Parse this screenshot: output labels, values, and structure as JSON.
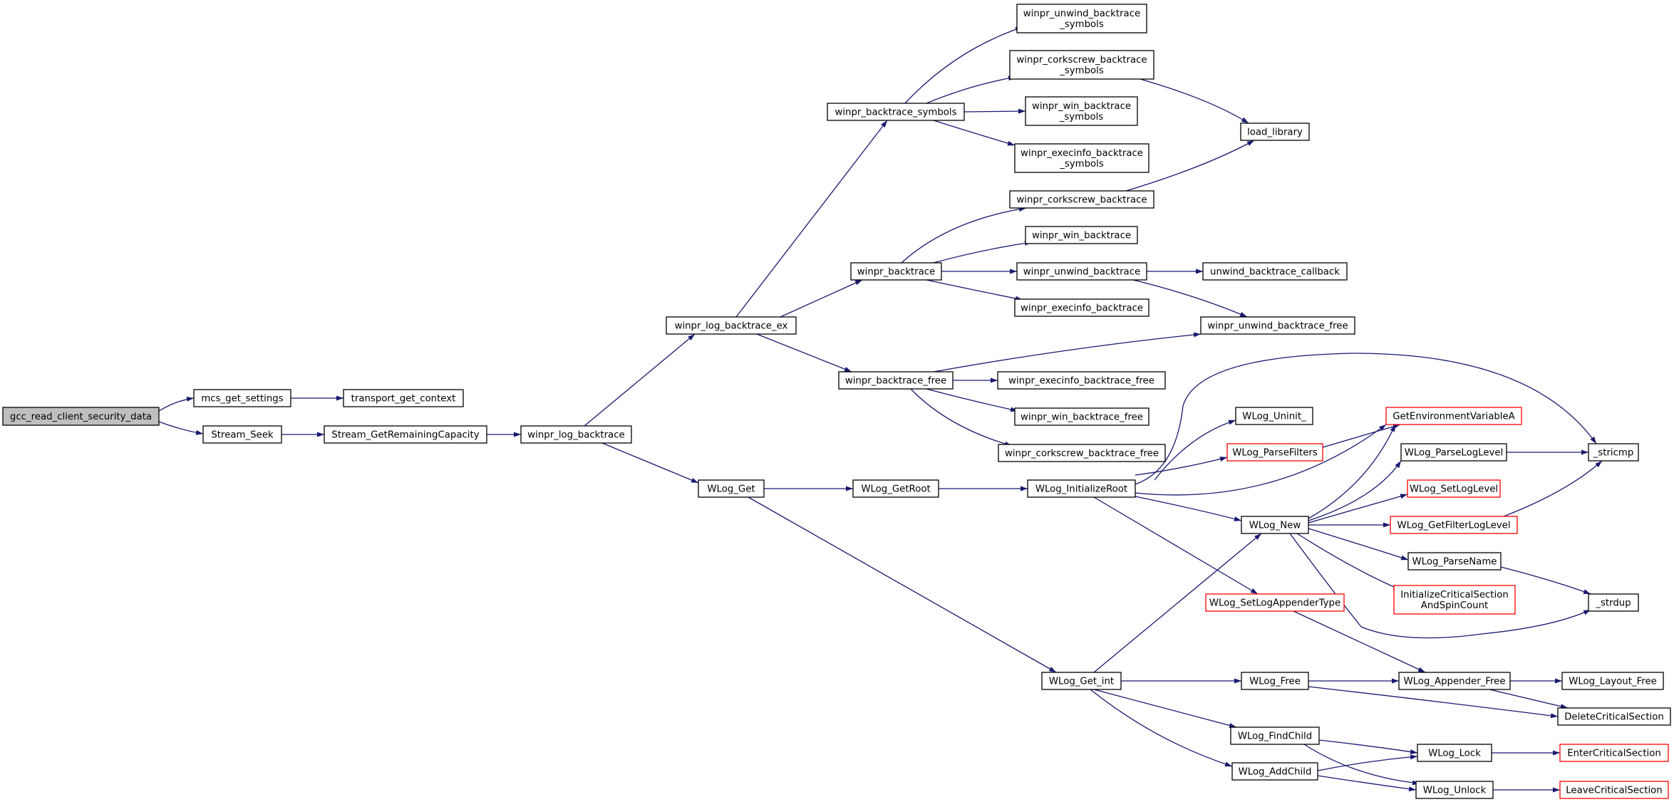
{
  "diagram": {
    "type": "call-graph",
    "colors": {
      "edge": "#191970",
      "border": "#000000",
      "root_fill": "#bfbfbf",
      "truncated_border": "#ff0000",
      "fill": "#ffffff"
    },
    "nodes": [
      {
        "id": "gcc_read_client_security_data",
        "lines": [
          "gcc_read_client_security_data"
        ],
        "style": "root"
      },
      {
        "id": "mcs_get_settings",
        "lines": [
          "mcs_get_settings"
        ],
        "style": "normal"
      },
      {
        "id": "Stream_Seek",
        "lines": [
          "Stream_Seek"
        ],
        "style": "normal"
      },
      {
        "id": "transport_get_context",
        "lines": [
          "transport_get_context"
        ],
        "style": "normal"
      },
      {
        "id": "Stream_GetRemainingCapacity",
        "lines": [
          "Stream_GetRemainingCapacity"
        ],
        "style": "normal"
      },
      {
        "id": "winpr_log_backtrace",
        "lines": [
          "winpr_log_backtrace"
        ],
        "style": "normal"
      },
      {
        "id": "winpr_log_backtrace_ex",
        "lines": [
          "winpr_log_backtrace_ex"
        ],
        "style": "normal"
      },
      {
        "id": "WLog_Get",
        "lines": [
          "WLog_Get"
        ],
        "style": "normal"
      },
      {
        "id": "winpr_backtrace_symbols",
        "lines": [
          "winpr_backtrace_symbols"
        ],
        "style": "normal"
      },
      {
        "id": "winpr_backtrace",
        "lines": [
          "winpr_backtrace"
        ],
        "style": "normal"
      },
      {
        "id": "winpr_backtrace_free",
        "lines": [
          "winpr_backtrace_free"
        ],
        "style": "normal"
      },
      {
        "id": "WLog_GetRoot",
        "lines": [
          "WLog_GetRoot"
        ],
        "style": "normal"
      },
      {
        "id": "WLog_Get_int",
        "lines": [
          "WLog_Get_int"
        ],
        "style": "normal"
      },
      {
        "id": "winpr_unwind_backtrace_symbols",
        "lines": [
          "winpr_unwind_backtrace",
          "_symbols"
        ],
        "style": "normal"
      },
      {
        "id": "winpr_corkscrew_backtrace_symbols",
        "lines": [
          "winpr_corkscrew_backtrace",
          "_symbols"
        ],
        "style": "normal"
      },
      {
        "id": "winpr_win_backtrace_symbols",
        "lines": [
          "winpr_win_backtrace",
          "_symbols"
        ],
        "style": "normal"
      },
      {
        "id": "winpr_execinfo_backtrace_symbols",
        "lines": [
          "winpr_execinfo_backtrace",
          "_symbols"
        ],
        "style": "normal"
      },
      {
        "id": "winpr_corkscrew_backtrace",
        "lines": [
          "winpr_corkscrew_backtrace"
        ],
        "style": "normal"
      },
      {
        "id": "winpr_win_backtrace",
        "lines": [
          "winpr_win_backtrace"
        ],
        "style": "normal"
      },
      {
        "id": "winpr_unwind_backtrace",
        "lines": [
          "winpr_unwind_backtrace"
        ],
        "style": "normal"
      },
      {
        "id": "winpr_execinfo_backtrace",
        "lines": [
          "winpr_execinfo_backtrace"
        ],
        "style": "normal"
      },
      {
        "id": "winpr_execinfo_backtrace_free",
        "lines": [
          "winpr_execinfo_backtrace_free"
        ],
        "style": "normal"
      },
      {
        "id": "winpr_win_backtrace_free",
        "lines": [
          "winpr_win_backtrace_free"
        ],
        "style": "normal"
      },
      {
        "id": "winpr_corkscrew_backtrace_free",
        "lines": [
          "winpr_corkscrew_backtrace_free"
        ],
        "style": "normal"
      },
      {
        "id": "WLog_InitializeRoot",
        "lines": [
          "WLog_InitializeRoot"
        ],
        "style": "normal"
      },
      {
        "id": "load_library",
        "lines": [
          "load_library"
        ],
        "style": "normal"
      },
      {
        "id": "unwind_backtrace_callback",
        "lines": [
          "unwind_backtrace_callback"
        ],
        "style": "normal"
      },
      {
        "id": "winpr_unwind_backtrace_free",
        "lines": [
          "winpr_unwind_backtrace_free"
        ],
        "style": "normal"
      },
      {
        "id": "WLog_Uninit_",
        "lines": [
          "WLog_Uninit_"
        ],
        "style": "normal"
      },
      {
        "id": "WLog_ParseFilters",
        "lines": [
          "WLog_ParseFilters"
        ],
        "style": "truncated"
      },
      {
        "id": "WLog_New",
        "lines": [
          "WLog_New"
        ],
        "style": "normal"
      },
      {
        "id": "WLog_SetLogAppenderType",
        "lines": [
          "WLog_SetLogAppenderType"
        ],
        "style": "truncated"
      },
      {
        "id": "WLog_Free",
        "lines": [
          "WLog_Free"
        ],
        "style": "normal"
      },
      {
        "id": "WLog_FindChild",
        "lines": [
          "WLog_FindChild"
        ],
        "style": "normal"
      },
      {
        "id": "WLog_AddChild",
        "lines": [
          "WLog_AddChild"
        ],
        "style": "normal"
      },
      {
        "id": "GetEnvironmentVariableA",
        "lines": [
          "GetEnvironmentVariableA"
        ],
        "style": "truncated"
      },
      {
        "id": "WLog_ParseLogLevel",
        "lines": [
          "WLog_ParseLogLevel"
        ],
        "style": "normal"
      },
      {
        "id": "WLog_SetLogLevel",
        "lines": [
          "WLog_SetLogLevel"
        ],
        "style": "truncated"
      },
      {
        "id": "WLog_GetFilterLogLevel",
        "lines": [
          "WLog_GetFilterLogLevel"
        ],
        "style": "truncated"
      },
      {
        "id": "WLog_ParseName",
        "lines": [
          "WLog_ParseName"
        ],
        "style": "normal"
      },
      {
        "id": "InitializeCriticalSectionAndSpinCount",
        "lines": [
          "InitializeCriticalSection",
          "AndSpinCount"
        ],
        "style": "truncated"
      },
      {
        "id": "WLog_Appender_Free",
        "lines": [
          "WLog_Appender_Free"
        ],
        "style": "normal"
      },
      {
        "id": "WLog_Lock",
        "lines": [
          "WLog_Lock"
        ],
        "style": "normal"
      },
      {
        "id": "WLog_Unlock",
        "lines": [
          "WLog_Unlock"
        ],
        "style": "normal"
      },
      {
        "id": "_stricmp",
        "lines": [
          "_stricmp"
        ],
        "style": "normal"
      },
      {
        "id": "_strdup",
        "lines": [
          "_strdup"
        ],
        "style": "normal"
      },
      {
        "id": "WLog_Layout_Free",
        "lines": [
          "WLog_Layout_Free"
        ],
        "style": "normal"
      },
      {
        "id": "DeleteCriticalSection",
        "lines": [
          "DeleteCriticalSection"
        ],
        "style": "normal"
      },
      {
        "id": "EnterCriticalSection",
        "lines": [
          "EnterCriticalSection"
        ],
        "style": "truncated"
      },
      {
        "id": "LeaveCriticalSection",
        "lines": [
          "LeaveCriticalSection"
        ],
        "style": "truncated"
      }
    ],
    "edges": [
      [
        "gcc_read_client_security_data",
        "mcs_get_settings"
      ],
      [
        "gcc_read_client_security_data",
        "Stream_Seek"
      ],
      [
        "mcs_get_settings",
        "transport_get_context"
      ],
      [
        "Stream_Seek",
        "Stream_GetRemainingCapacity"
      ],
      [
        "Stream_GetRemainingCapacity",
        "winpr_log_backtrace"
      ],
      [
        "winpr_log_backtrace",
        "winpr_log_backtrace_ex"
      ],
      [
        "winpr_log_backtrace",
        "WLog_Get"
      ],
      [
        "winpr_log_backtrace_ex",
        "winpr_backtrace_symbols"
      ],
      [
        "winpr_log_backtrace_ex",
        "winpr_backtrace"
      ],
      [
        "winpr_log_backtrace_ex",
        "winpr_backtrace_free"
      ],
      [
        "winpr_backtrace_symbols",
        "winpr_unwind_backtrace_symbols"
      ],
      [
        "winpr_backtrace_symbols",
        "winpr_corkscrew_backtrace_symbols"
      ],
      [
        "winpr_backtrace_symbols",
        "winpr_win_backtrace_symbols"
      ],
      [
        "winpr_backtrace_symbols",
        "winpr_execinfo_backtrace_symbols"
      ],
      [
        "winpr_corkscrew_backtrace_symbols",
        "load_library"
      ],
      [
        "winpr_backtrace",
        "winpr_corkscrew_backtrace"
      ],
      [
        "winpr_backtrace",
        "winpr_win_backtrace"
      ],
      [
        "winpr_backtrace",
        "winpr_unwind_backtrace"
      ],
      [
        "winpr_backtrace",
        "winpr_execinfo_backtrace"
      ],
      [
        "winpr_corkscrew_backtrace",
        "load_library"
      ],
      [
        "winpr_unwind_backtrace",
        "unwind_backtrace_callback"
      ],
      [
        "winpr_unwind_backtrace",
        "winpr_unwind_backtrace_free"
      ],
      [
        "winpr_backtrace_free",
        "winpr_unwind_backtrace_free"
      ],
      [
        "winpr_backtrace_free",
        "winpr_execinfo_backtrace_free"
      ],
      [
        "winpr_backtrace_free",
        "winpr_win_backtrace_free"
      ],
      [
        "winpr_backtrace_free",
        "winpr_corkscrew_backtrace_free"
      ],
      [
        "WLog_Get",
        "WLog_GetRoot"
      ],
      [
        "WLog_Get",
        "WLog_Get_int"
      ],
      [
        "WLog_GetRoot",
        "WLog_InitializeRoot"
      ],
      [
        "WLog_InitializeRoot",
        "WLog_Uninit_"
      ],
      [
        "WLog_InitializeRoot",
        "WLog_ParseFilters"
      ],
      [
        "WLog_InitializeRoot",
        "GetEnvironmentVariableA"
      ],
      [
        "WLog_InitializeRoot",
        "_stricmp"
      ],
      [
        "WLog_InitializeRoot",
        "WLog_New"
      ],
      [
        "WLog_InitializeRoot",
        "WLog_SetLogAppenderType"
      ],
      [
        "WLog_ParseFilters",
        "GetEnvironmentVariableA"
      ],
      [
        "WLog_New",
        "GetEnvironmentVariableA"
      ],
      [
        "WLog_New",
        "WLog_ParseLogLevel"
      ],
      [
        "WLog_New",
        "WLog_SetLogLevel"
      ],
      [
        "WLog_New",
        "WLog_GetFilterLogLevel"
      ],
      [
        "WLog_New",
        "WLog_ParseName"
      ],
      [
        "WLog_New",
        "InitializeCriticalSectionAndSpinCount"
      ],
      [
        "WLog_New",
        "_strdup"
      ],
      [
        "WLog_ParseLogLevel",
        "_stricmp"
      ],
      [
        "WLog_GetFilterLogLevel",
        "_stricmp"
      ],
      [
        "WLog_ParseName",
        "_strdup"
      ],
      [
        "WLog_SetLogAppenderType",
        "WLog_Appender_Free"
      ],
      [
        "WLog_Get_int",
        "WLog_New"
      ],
      [
        "WLog_Get_int",
        "WLog_Free"
      ],
      [
        "WLog_Get_int",
        "WLog_FindChild"
      ],
      [
        "WLog_Get_int",
        "WLog_AddChild"
      ],
      [
        "WLog_Free",
        "WLog_Appender_Free"
      ],
      [
        "WLog_Free",
        "DeleteCriticalSection"
      ],
      [
        "WLog_Appender_Free",
        "WLog_Layout_Free"
      ],
      [
        "WLog_Appender_Free",
        "DeleteCriticalSection"
      ],
      [
        "WLog_FindChild",
        "WLog_Lock"
      ],
      [
        "WLog_FindChild",
        "WLog_Unlock"
      ],
      [
        "WLog_AddChild",
        "WLog_Lock"
      ],
      [
        "WLog_AddChild",
        "WLog_Unlock"
      ],
      [
        "WLog_Lock",
        "EnterCriticalSection"
      ],
      [
        "WLog_Unlock",
        "LeaveCriticalSection"
      ]
    ]
  }
}
